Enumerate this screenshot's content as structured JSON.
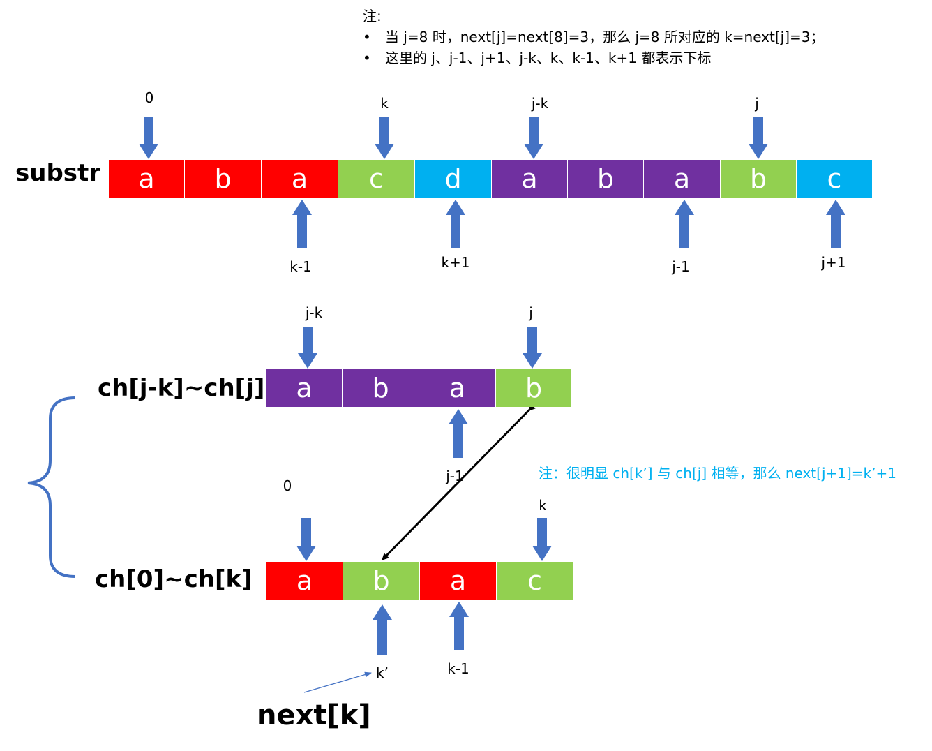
{
  "note": {
    "title": "注:",
    "bullets": [
      "当 j=8 时，next[j]=next[8]=3，那么 j=8 所对应的 k=next[j]=3；",
      "这里的 j、j-1、j+1、j-k、k、k-1、k+1 都表示下标"
    ]
  },
  "substr": {
    "label": "substr",
    "cells": [
      {
        "char": "a",
        "color": "#ff0000"
      },
      {
        "char": "b",
        "color": "#ff0000"
      },
      {
        "char": "a",
        "color": "#ff0000"
      },
      {
        "char": "c",
        "color": "#92d050"
      },
      {
        "char": "d",
        "color": "#00b0f0"
      },
      {
        "char": "a",
        "color": "#7030a0"
      },
      {
        "char": "b",
        "color": "#7030a0"
      },
      {
        "char": "a",
        "color": "#7030a0"
      },
      {
        "char": "b",
        "color": "#92d050"
      },
      {
        "char": "c",
        "color": "#00b0f0"
      }
    ],
    "top_labels": [
      "0",
      "k",
      "j-k",
      "j"
    ],
    "bottom_labels": [
      "k-1",
      "k+1",
      "j-1",
      "j+1"
    ]
  },
  "row_jk": {
    "label": "ch[j-k]~ch[j]",
    "cells": [
      {
        "char": "a",
        "color": "#7030a0"
      },
      {
        "char": "b",
        "color": "#7030a0"
      },
      {
        "char": "a",
        "color": "#7030a0"
      },
      {
        "char": "b",
        "color": "#92d050"
      }
    ],
    "top_labels": [
      "j-k",
      "j"
    ],
    "bottom_labels": [
      "j-1"
    ]
  },
  "row_0k": {
    "label": "ch[0]~ch[k]",
    "cells": [
      {
        "char": "a",
        "color": "#ff0000"
      },
      {
        "char": "b",
        "color": "#92d050"
      },
      {
        "char": "a",
        "color": "#ff0000"
      },
      {
        "char": "c",
        "color": "#92d050"
      }
    ],
    "top_labels": [
      "0",
      "k"
    ],
    "bottom_labels": [
      "k’",
      "k-1"
    ]
  },
  "cyan_note": "注：很明显 ch[k’] 与 ch[j] 相等，那么 next[j+1]=k’+1",
  "next_label": "next[k]",
  "colors": {
    "arrow_blue": "#4472c4",
    "brace_blue": "#4472c4",
    "note_cyan": "#00b0f0"
  }
}
